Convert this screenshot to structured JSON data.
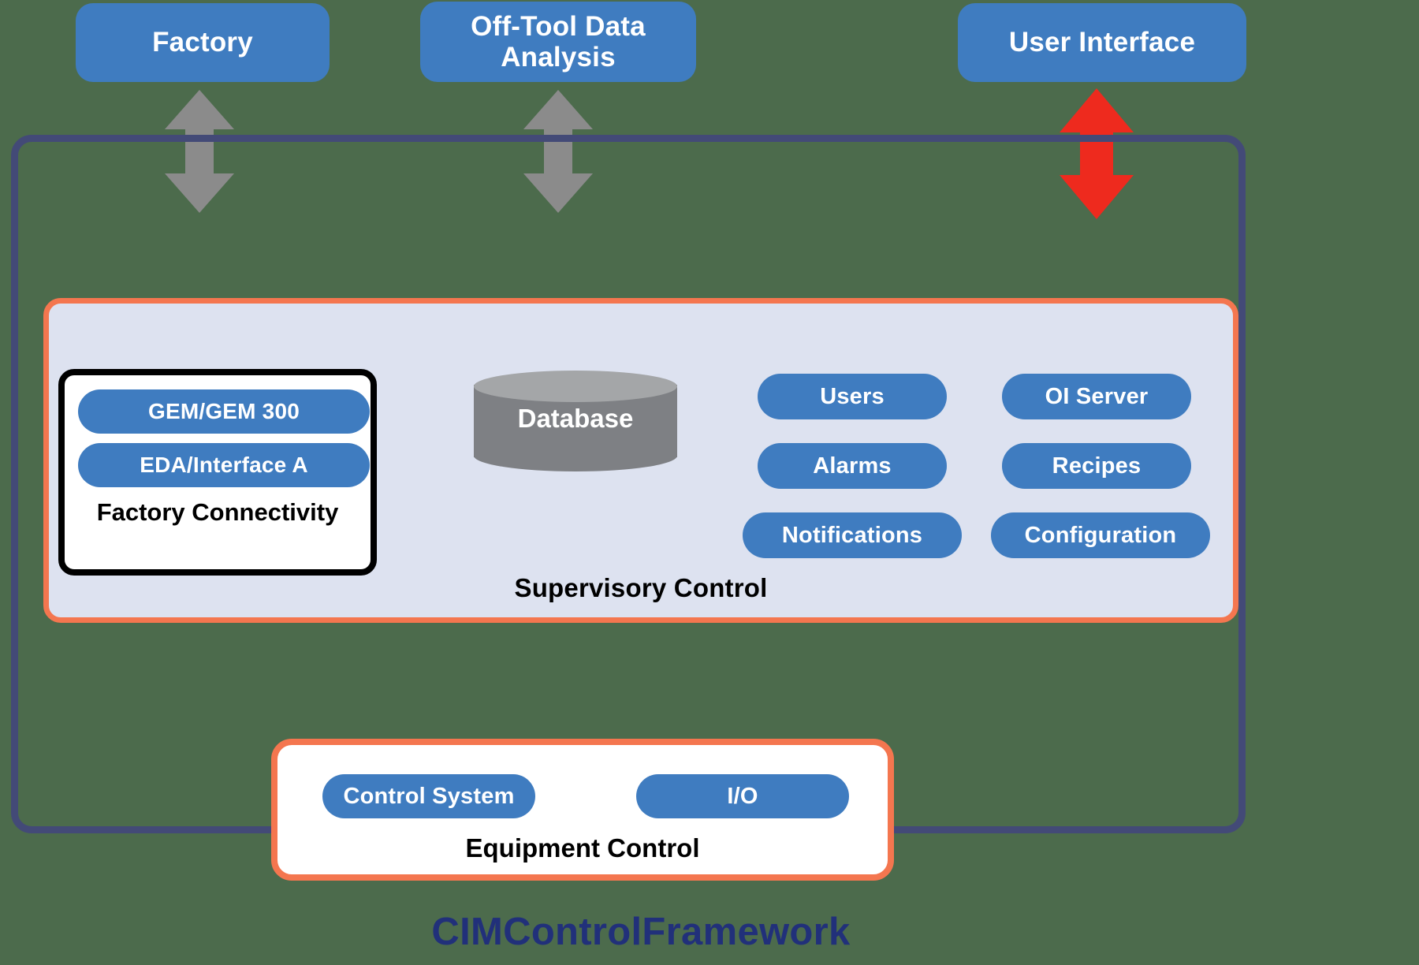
{
  "colors": {
    "background": "#4c6b4c",
    "box_blue": "#3f7cc0",
    "panel_fill": "#dde2f0",
    "panel_border_orange": "#f4764f",
    "framework_border_navy": "#434a77",
    "title_navy": "#21307a",
    "arrow_gray": "#8b8b8b",
    "arrow_red": "#ee2a1e",
    "database_body": "#7e8084",
    "database_top": "#a4a6a8",
    "text_white": "#ffffff",
    "text_black": "#000000"
  },
  "external_boxes": [
    {
      "id": "factory",
      "label": "Factory"
    },
    {
      "id": "off-tool-data-analysis",
      "label": "Off-Tool Data\nAnalysis"
    },
    {
      "id": "user-interface",
      "label": "User Interface"
    }
  ],
  "arrows": [
    {
      "id": "factory-to-supervisory",
      "color": "#8b8b8b",
      "direction": "bidirectional"
    },
    {
      "id": "offtool-to-database",
      "color": "#8b8b8b",
      "direction": "bidirectional"
    },
    {
      "id": "ui-to-supervisory",
      "color": "#ee2a1e",
      "direction": "bidirectional"
    },
    {
      "id": "supervisory-to-equipment",
      "color": "#ee2a1e",
      "direction": "bidirectional"
    }
  ],
  "framework": {
    "title": "CIMControlFramework"
  },
  "supervisory": {
    "label": "Supervisory Control",
    "factory_connectivity": {
      "label": "Factory Connectivity",
      "pills": [
        "GEM/GEM 300",
        "EDA/Interface A"
      ]
    },
    "database": {
      "label": "Database"
    },
    "column_a": [
      "Users",
      "Alarms",
      "Notifications"
    ],
    "column_b": [
      "OI Server",
      "Recipes",
      "Configuration"
    ]
  },
  "equipment": {
    "label": "Equipment Control",
    "pills": [
      "Control System",
      "I/O"
    ]
  }
}
